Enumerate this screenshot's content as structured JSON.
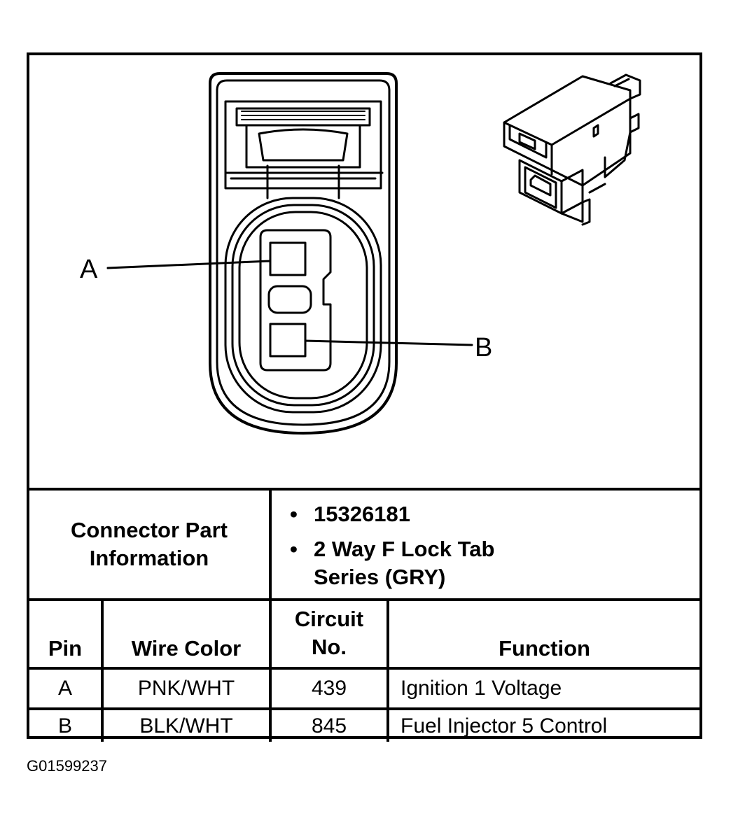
{
  "diagram": {
    "pin_labels": [
      "A",
      "B"
    ]
  },
  "connector_info": {
    "label_line1": "Connector Part",
    "label_line2": "Information",
    "items": [
      {
        "line1": "15326181",
        "line2": ""
      },
      {
        "line1": "2 Way F Lock Tab",
        "line2": "Series (GRY)"
      }
    ]
  },
  "pin_table": {
    "headers": {
      "pin": "Pin",
      "wire_color": "Wire Color",
      "circuit_line1": "Circuit",
      "circuit_line2": "No.",
      "function": "Function"
    },
    "rows": [
      {
        "pin": "A",
        "wire_color": "PNK/WHT",
        "circuit": "439",
        "function": "Ignition 1 Voltage"
      },
      {
        "pin": "B",
        "wire_color": "BLK/WHT",
        "circuit": "845",
        "function": "Fuel Injector 5 Control"
      }
    ]
  },
  "figure_id": "G01599237"
}
